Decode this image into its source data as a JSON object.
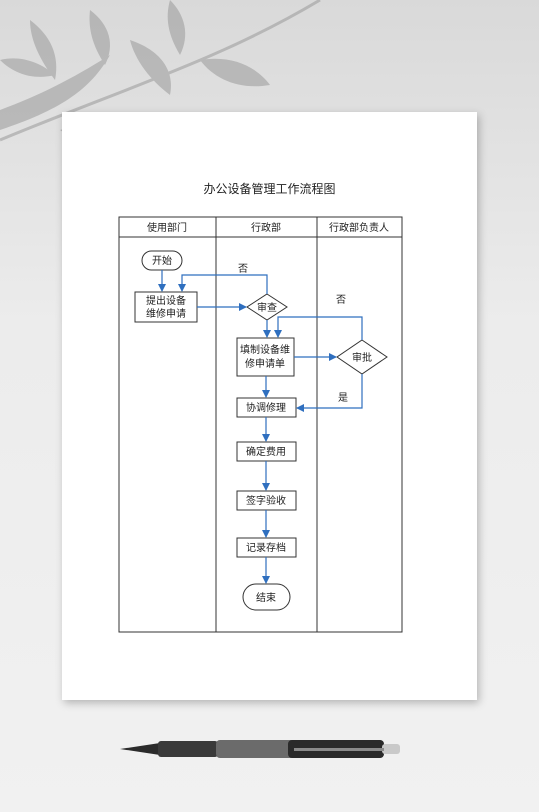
{
  "title": "办公设备管理工作流程图",
  "lanes": [
    "使用部门",
    "行政部",
    "行政部负责人"
  ],
  "nodes": {
    "start": "开始",
    "apply": [
      "提出设备",
      "维修申请"
    ],
    "review": "审查",
    "fill_form": [
      "填制设备维",
      "修申请单"
    ],
    "approve": "审批",
    "coordinate": "协调修理",
    "confirm_cost": "确定费用",
    "sign_accept": "签字验收",
    "archive": "记录存档",
    "end": "结束"
  },
  "edges": {
    "no_1": "否",
    "no_2": "否",
    "yes": "是"
  },
  "colors": {
    "arrow": "#2f6fbf",
    "border": "#333333"
  }
}
